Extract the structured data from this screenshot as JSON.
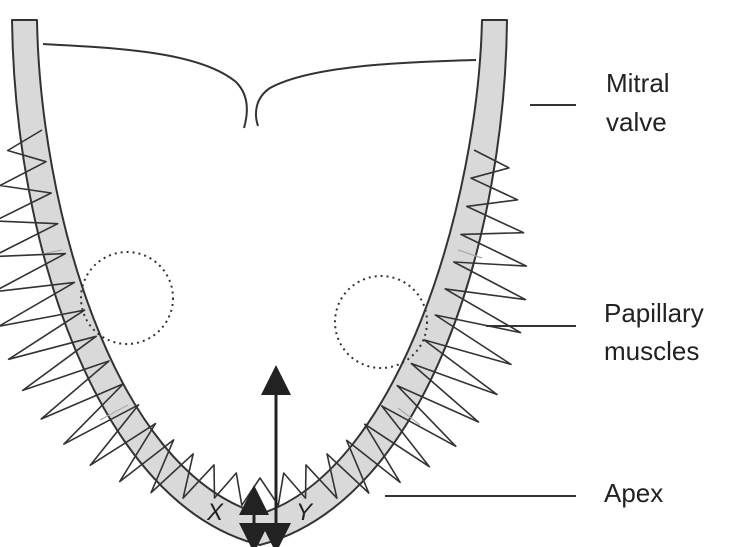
{
  "labels": {
    "mitral_valve_line1": "Mitral",
    "mitral_valve_line2": "valve",
    "papillary_line1": "Papillary",
    "papillary_line2": "muscles",
    "apex": "Apex"
  },
  "measurements": {
    "x": "X",
    "y": "Y"
  },
  "colors": {
    "wall_fill": "#d9d9d9",
    "stroke": "#333333"
  }
}
